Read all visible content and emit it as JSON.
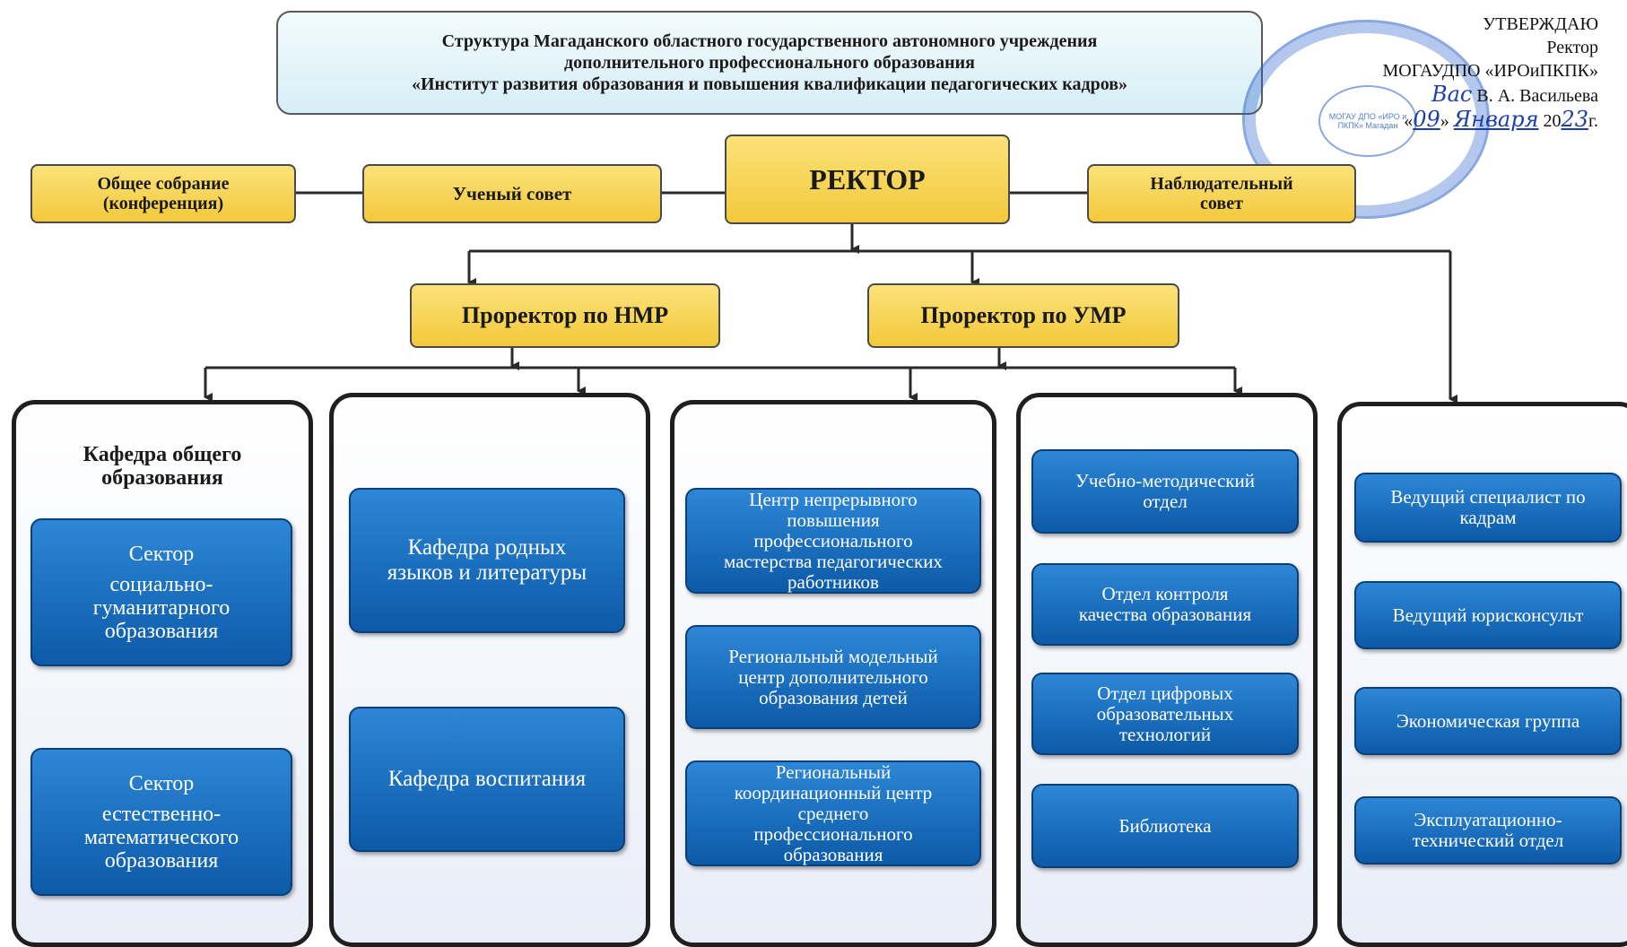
{
  "header": {
    "title_lines": [
      "Структура Магаданского областного государственного автономного учреждения",
      "дополнительного профессионального образования",
      "«Институт развития образования и повышения квалификации педагогических кадров»"
    ]
  },
  "approval": {
    "line1": "УТВЕРЖДАЮ",
    "line2": "Ректор",
    "line3": "МОГАУДПО «ИРОиПКПК»",
    "line4_name": "В. А. Васильева",
    "date_open": "«",
    "date_day": "09",
    "date_mid": "»",
    "date_month": "Января",
    "date_year_prefix": "20",
    "date_year_suffix": "23",
    "date_end": "г.",
    "stamp_text": "МОГАУ ДПО «ИРО и ПКПК» Магадан"
  },
  "top_row": {
    "general_meeting": [
      "Общее собрание",
      "(конференция)"
    ],
    "academic_council": "Ученый совет",
    "rector": "РЕКТОР",
    "supervisory_board": [
      "Наблюдательный",
      "совет"
    ]
  },
  "vice_rectors": {
    "nmr": "Проректор по НМР",
    "umr": "Проректор по УМР"
  },
  "col1": {
    "heading": [
      "Кафедра общего",
      "образования"
    ],
    "sector1": [
      "Сектор",
      "социально-",
      "гуманитарного",
      "образования"
    ],
    "sector2": [
      "Сектор",
      "естественно-",
      "математического",
      "образования"
    ]
  },
  "col2": {
    "dept1": [
      "Кафедра родных",
      "языков и литературы"
    ],
    "dept2": "Кафедра воспитания"
  },
  "col3": {
    "c1": [
      "Центр непрерывного",
      "повышения",
      "профессионального",
      "мастерства педагогических",
      "работников"
    ],
    "c2": [
      "Региональный модельный",
      "центр дополнительного",
      "образования детей"
    ],
    "c3": [
      "Региональный",
      "координационный центр",
      "среднего",
      "профессионального",
      "образования"
    ]
  },
  "col4": {
    "d1": [
      "Учебно-методический",
      "отдел"
    ],
    "d2": [
      "Отдел контроля",
      "качества образования"
    ],
    "d3": [
      "Отдел цифровых",
      "образовательных",
      "технологий"
    ],
    "d4": "Библиотека"
  },
  "col5": {
    "s1": [
      "Ведущий специалист по",
      "кадрам"
    ],
    "s2": "Ведущий юрисконсульт",
    "s3": "Экономическая группа",
    "s4": [
      "Эксплуатационно-",
      "технический отдел"
    ]
  },
  "colors": {
    "yellow": "#f3c93b",
    "blue": "#1570c2",
    "stamp": "#285fc8",
    "ink": "#1d3fa8"
  }
}
